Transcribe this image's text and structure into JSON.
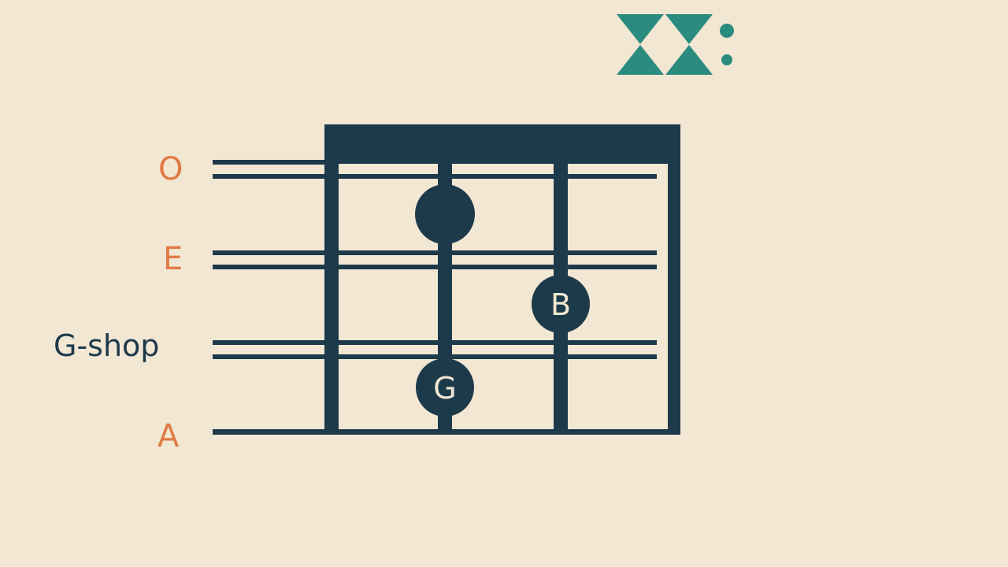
{
  "colors": {
    "background": "#f2e7d3",
    "ink": "#1d3a4b",
    "accent_orange": "#e07b45",
    "accent_teal": "#2a8c7f",
    "dot_text": "#f2e7d3"
  },
  "string_labels": [
    {
      "text": "O",
      "color": "accent_orange"
    },
    {
      "text": "E",
      "color": "accent_orange"
    },
    {
      "text": "G-shop",
      "color": "ink"
    },
    {
      "text": "A",
      "color": "accent_orange"
    }
  ],
  "notes": [
    {
      "label": "",
      "string": 1,
      "fret": 2
    },
    {
      "label": "B",
      "string": 2,
      "fret": 3
    },
    {
      "label": "G",
      "string": 3,
      "fret": 2
    }
  ],
  "logo": {
    "icon": "double-triangle-logo-icon"
  }
}
